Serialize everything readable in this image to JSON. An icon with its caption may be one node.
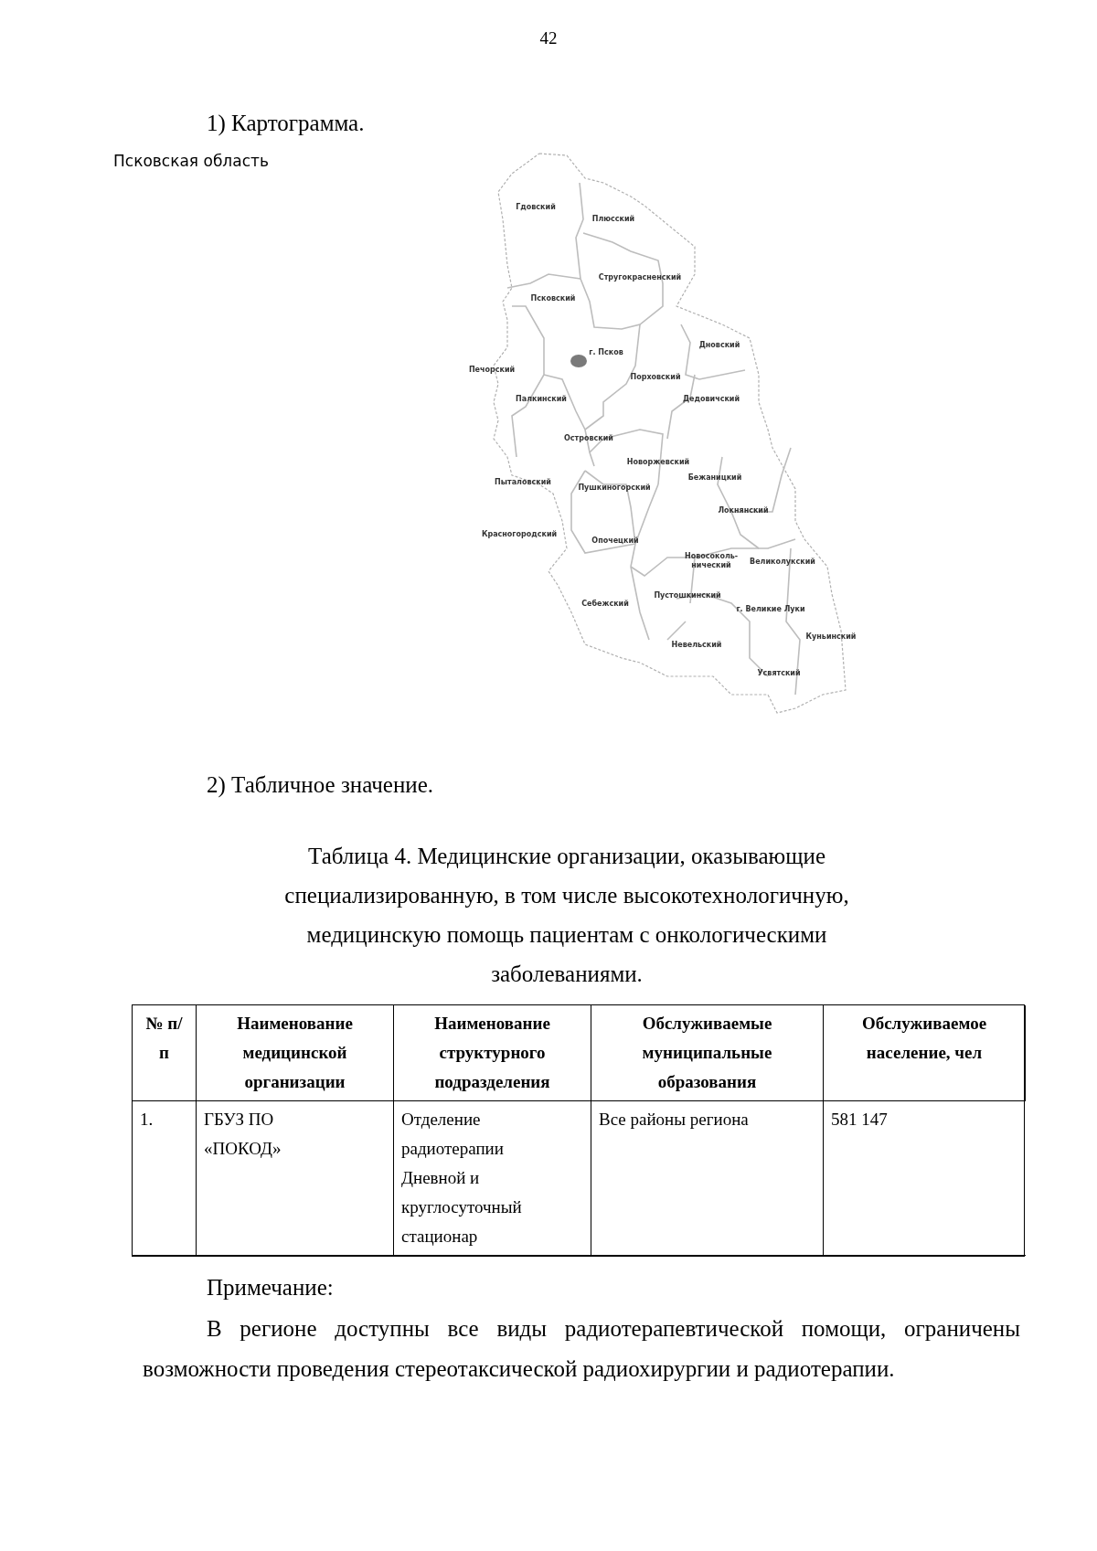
{
  "diagram": {
    "labels": [
      "42",
      "1) Картограмма.",
      "Псковская область",
      "Гдовский",
      "Плюсский",
      "Стругокрасненский",
      "Псковский",
      "г. Псков",
      "Печорский",
      "Дновский",
      "Порховский",
      "Палкинский",
      "Дедовичский",
      "Островский",
      "Новоржевский",
      "Пыталовский",
      "Пушкиногорский",
      "Бежаницкий",
      "Локнянский",
      "Красногородский",
      "Опочецкий",
      "Новосоколь- нический",
      "Великолукский",
      "Пустошкинский",
      "Себежский",
      "г. Великие Луки",
      "Куньинский",
      "Невельский",
      "Усвятский",
      "2) Табличное значение.",
      "Таблица 4. Медицинские организации, оказывающие специализированную, в том числе высокотехнологичную, медицинскую помощь пациентам с онкологическими заболеваниями.",
      "№ п/ п",
      "Наименование медицинской организации",
      "Наименование структурного подразделения",
      "Обслуживаемые муниципальные образования",
      "Обслуживаемое население, чел",
      "1.",
      "ГБУЗ ПО «ПОКОД»",
      "Отделение радиотерапии Дневной и круглосуточный стационар",
      "Все районы региона",
      "581 147",
      "Примечание:",
      "В регионе доступны все виды радиотерапевтической помощи, ограничены возможности проведения стереотаксической радиохирургии и радиотерапии."
    ]
  }
}
